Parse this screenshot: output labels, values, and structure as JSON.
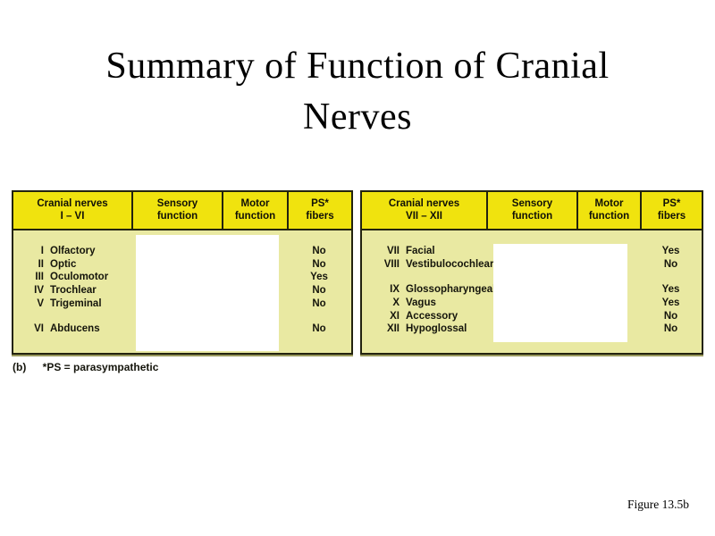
{
  "slide": {
    "title_line1": "Summary of Function of Cranial",
    "title_line2": "Nerves",
    "figure_label": "Figure 13.5b"
  },
  "caption": {
    "label": "(b)",
    "text": "*PS = parasympathetic"
  },
  "colors": {
    "header_yellow": "#f0e30e",
    "body_yellow": "#e9e9a2",
    "table_border": "#23230f",
    "bottom_shadow_olive": "#99995d",
    "background": "#ffffff",
    "text": "#000000"
  },
  "left_table": {
    "headers": [
      {
        "line1": "Cranial nerves",
        "line2": "I – VI"
      },
      {
        "line1": "Sensory",
        "line2": "function"
      },
      {
        "line1": "Motor",
        "line2": "function"
      },
      {
        "line1": "PS*",
        "line2": "fibers"
      }
    ],
    "rows": [
      {
        "numeral": "I",
        "name": "Olfactory",
        "ps_fibers": "No"
      },
      {
        "numeral": "II",
        "name": "Optic",
        "ps_fibers": "No"
      },
      {
        "numeral": "III",
        "name": "Oculomotor",
        "ps_fibers": "Yes"
      },
      {
        "numeral": "IV",
        "name": "Trochlear",
        "ps_fibers": "No"
      },
      {
        "numeral": "V",
        "name": "Trigeminal",
        "ps_fibers": "No"
      },
      {
        "numeral": "VI",
        "name": "Abducens",
        "ps_fibers": "No"
      }
    ]
  },
  "right_table": {
    "headers": [
      {
        "line1": "Cranial nerves",
        "line2": "VII – XII"
      },
      {
        "line1": "Sensory",
        "line2": "function"
      },
      {
        "line1": "Motor",
        "line2": "function"
      },
      {
        "line1": "PS*",
        "line2": "fibers"
      }
    ],
    "rows": [
      {
        "numeral": "VII",
        "name": "Facial",
        "ps_fibers": "Yes"
      },
      {
        "numeral": "VIII",
        "name": "Vestibulocochlear",
        "ps_fibers": "No"
      },
      {
        "numeral": "IX",
        "name": "Glossopharyngeal",
        "ps_fibers": "Yes"
      },
      {
        "numeral": "X",
        "name": "Vagus",
        "ps_fibers": "Yes"
      },
      {
        "numeral": "XI",
        "name": "Accessory",
        "ps_fibers": "No"
      },
      {
        "numeral": "XII",
        "name": "Hypoglossal",
        "ps_fibers": "No"
      }
    ]
  }
}
